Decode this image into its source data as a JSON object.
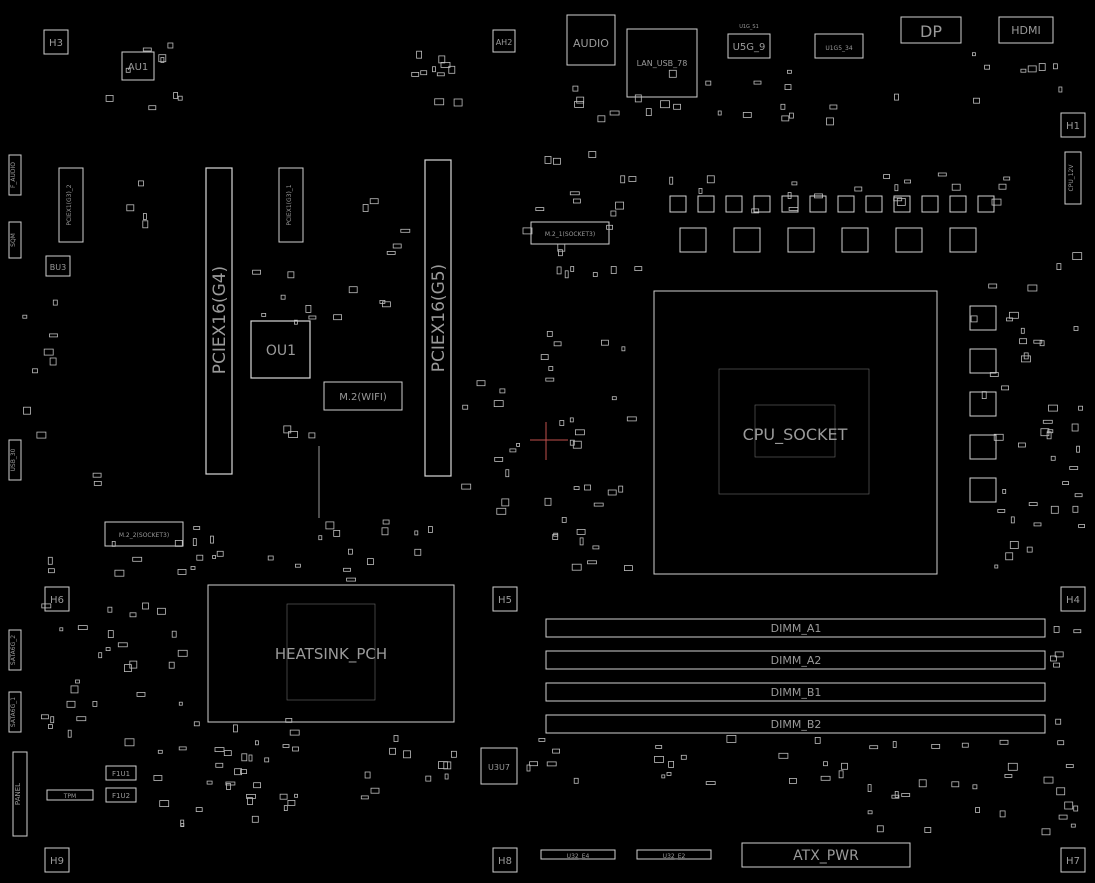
{
  "board": {
    "labels": {
      "h3": "H3",
      "au1": "AU1",
      "ah2": "AH2",
      "audio": "AUDIO",
      "lan": "LAN_USB_78",
      "usb9": "U5G_9",
      "u1": "U1G_S1",
      "usb34": "U1G5_34",
      "dp": "DP",
      "hdmi": "HDMI",
      "h1": "H1",
      "cpu12v": "CPU_12V",
      "faudio": "F_AUDIO",
      "bu3": "BU3",
      "sqm": "SQM",
      "pciex1_1": "PCIEX1(G3)_1",
      "pciex1_2": "PCIEX1(G3)_2",
      "pciex16g4": "PCIEX16(G4)",
      "pciex16g5": "PCIEX16(G5)",
      "ou1": "OU1",
      "m2wifi": "M.2(WIFI)",
      "m2_1": "M.2_1(SOCKET3)",
      "m2_2": "M.2_2(SOCKET3)",
      "cpu": "CPU_SOCKET",
      "usb30": "USB_30",
      "h6": "H6",
      "h5": "H5",
      "h4": "H4",
      "heatsink": "HEATSINK_PCH",
      "dimm_a1": "DIMM_A1",
      "dimm_a2": "DIMM_A2",
      "dimm_b1": "DIMM_B1",
      "dimm_b2": "DIMM_B2",
      "sata1": "SATA6G_1",
      "sata2": "SATA6G_2",
      "u3u7": "U3U7",
      "f1u1": "F1U1",
      "f1u2": "F1U2",
      "tpm": "TPM",
      "panel": "PANEL",
      "h9": "H9",
      "h8": "H8",
      "h7": "H7",
      "u32e4": "U32_E4",
      "u32e2": "U32_E2",
      "atx": "ATX_PWR"
    }
  }
}
